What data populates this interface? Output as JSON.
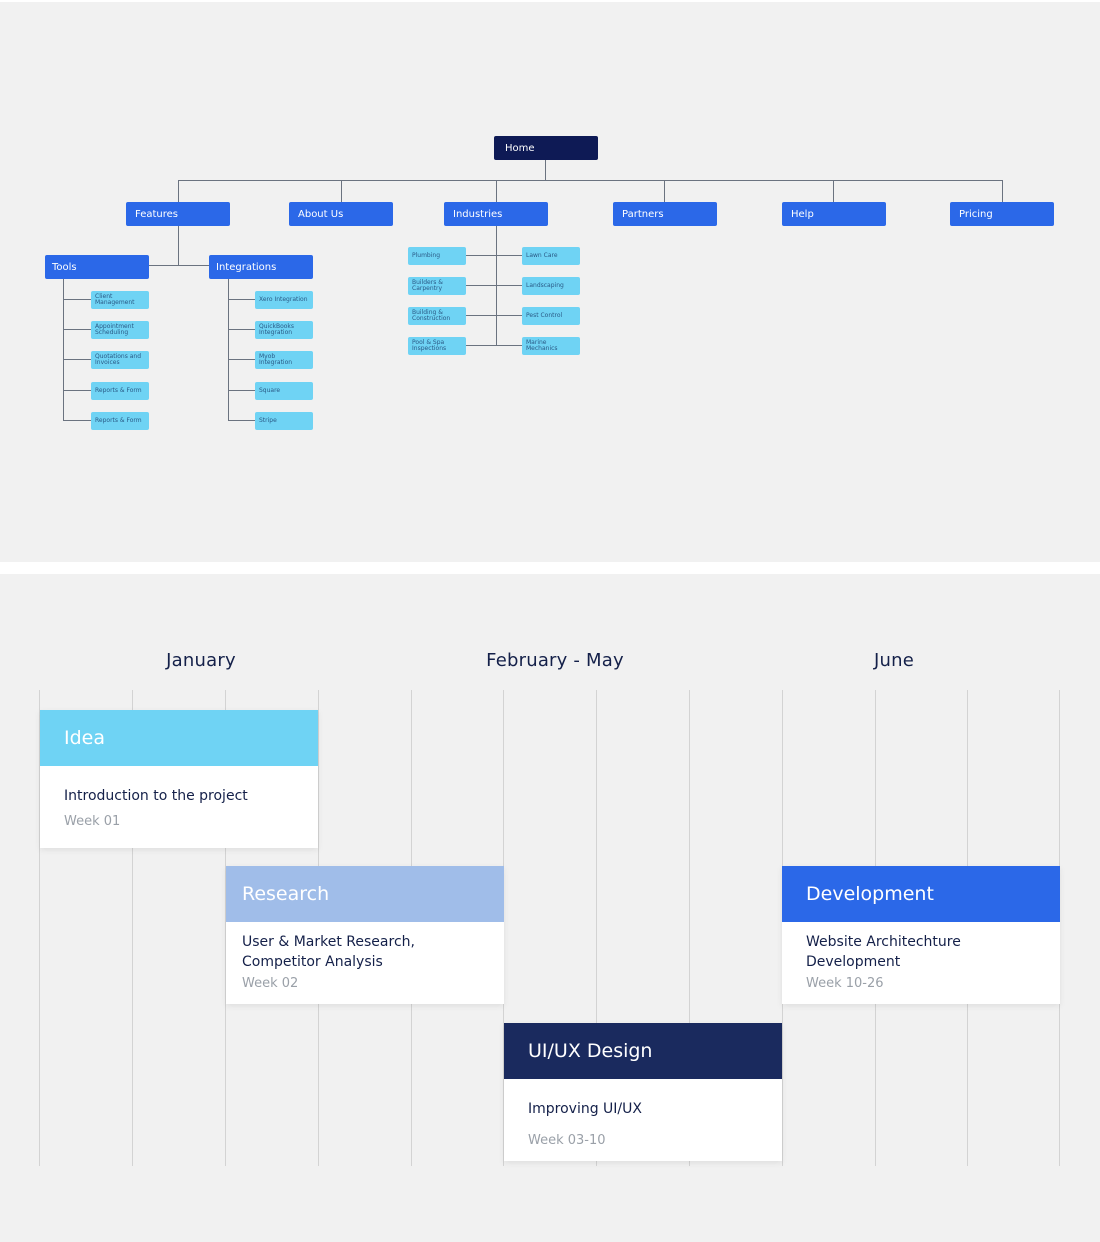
{
  "sitemap": {
    "root": "Home",
    "sections": {
      "features": "Features",
      "about": "About Us",
      "industries": "Industries",
      "partners": "Partners",
      "help": "Help",
      "pricing": "Pricing"
    },
    "features": {
      "tools": {
        "label": "Tools",
        "items": [
          "Client Management",
          "Appointment Scheduling",
          "Quotations and Invoices",
          "Reports & Form",
          "Reports & Form"
        ]
      },
      "integrations": {
        "label": "Integrations",
        "items": [
          "Xero Integration",
          "QuickBooks Integration",
          "Myob Integration",
          "Square",
          "Stripe"
        ]
      }
    },
    "industries": {
      "left": [
        "Plumbing",
        "Builders & Carpentry",
        "Building & Construction",
        "Pool & Spa Inspections"
      ],
      "right": [
        "Lawn Care",
        "Landscaping",
        "Pest Control",
        "Marine Mechanics"
      ]
    },
    "colors": {
      "root": "#0e1a55",
      "section": "#2b68e8",
      "leaf": "#6fd3f4",
      "connector": "#6b7380"
    }
  },
  "timeline": {
    "months": [
      "January",
      "February - May",
      "June"
    ],
    "cards": [
      {
        "phase": "Idea",
        "title": "Introduction to the project",
        "week": "Week 01",
        "color": "#6fd3f4"
      },
      {
        "phase": "Research",
        "title": "User & Market Research, Competitor Analysis",
        "week": "Week 02",
        "color": "#a0bde9"
      },
      {
        "phase": "UI/UX Design",
        "title": "Improving UI/UX",
        "week": "Week 03-10",
        "color": "#1a2a5e"
      },
      {
        "phase": "Development",
        "title": "Website Architechture Development",
        "week": "Week 10-26",
        "color": "#2b68e8"
      }
    ]
  }
}
